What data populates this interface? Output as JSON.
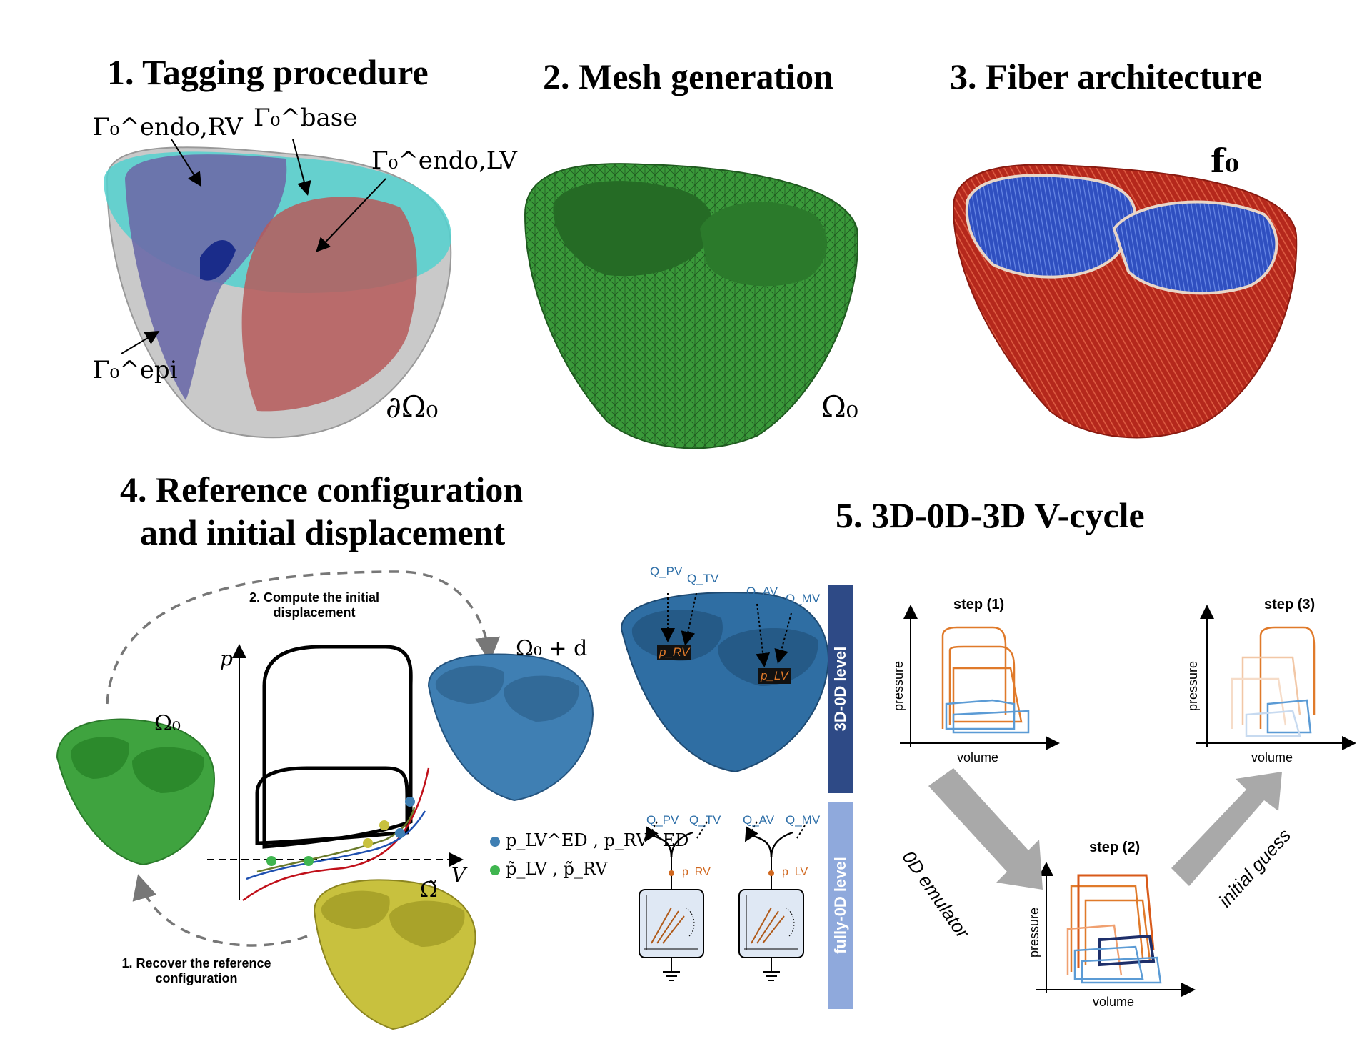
{
  "titles": {
    "t1": "1. Tagging procedure",
    "t2": "2. Mesh generation",
    "t3": "3. Fiber architecture",
    "t4a": "4. Reference configuration",
    "t4b": "and initial displacement",
    "t5": "5. 3D-0D-3D V-cycle"
  },
  "panel1": {
    "endo_rv": "Γ₀^endo,RV",
    "base": "Γ₀^base",
    "endo_lv": "Γ₀^endo,LV",
    "epi": "Γ₀^epi",
    "boundary": "∂Ω₀"
  },
  "panel2": {
    "domain": "Ω₀"
  },
  "panel3": {
    "fiber": "f₀"
  },
  "panel4": {
    "compute_line1": "2. Compute the initial",
    "compute_line2": "displacement",
    "recover_line1": "1. Recover the reference",
    "recover_line2": "configuration",
    "omega0": "Ω₀",
    "omega0_d": "Ω₀ + d",
    "omega_tilde": "Ω̃",
    "p_axis": "p",
    "v_axis": "V",
    "legend_blue": "p_LV^ED , p_RV^ED",
    "legend_green": "p̃_LV , p̃_RV"
  },
  "panel5": {
    "q_pv": "Q_PV",
    "q_tv": "Q_TV",
    "q_av": "Q_AV",
    "q_mv": "Q_MV",
    "p_rv": "p_RV",
    "p_lv": "p_LV",
    "level_3d": "3D-0D level",
    "level_0d": "fully-0D level",
    "step1": "step (1)",
    "step2": "step (2)",
    "step3": "step (3)",
    "pressure": "pressure",
    "volume": "volume",
    "emulator": "0D emulator",
    "initial_guess": "initial guess"
  },
  "colors": {
    "green_mesh": "#3a9a3a",
    "blue_heart": "#3f7fb3",
    "yellow_heart": "#c8c13e",
    "orange": "#e07a2a",
    "light_blue": "#5b9bd5",
    "dark_navy": "#2e4a86",
    "pale_blue": "#8fa9dc"
  }
}
